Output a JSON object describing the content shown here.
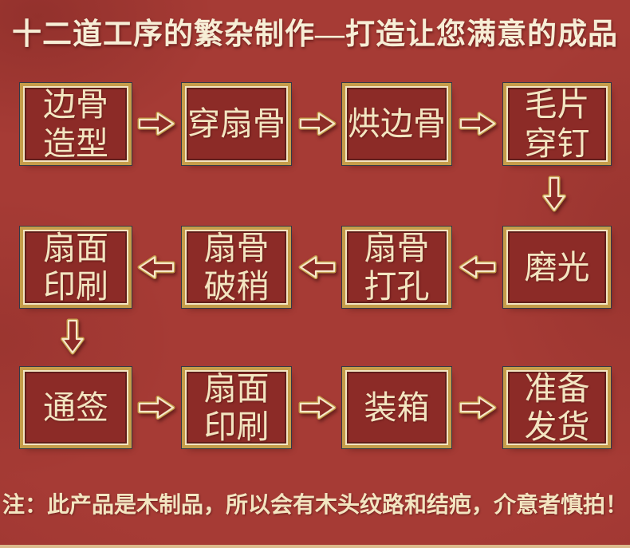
{
  "title": "十二道工序的繁杂制作—打造让您满意的成品",
  "note": "注：此产品是木制品，所以会有木头纹路和结疤，介意者慎拍！",
  "colors": {
    "background": "#a23833",
    "box_fill": "#8c2b27",
    "border_gold": "#c59d4a",
    "border_cream": "#f3e5c1",
    "outline_dark": "#343947",
    "text_cream": "#f3e5c1",
    "bottom_strip": "#dcba8c"
  },
  "flow": {
    "rows": [
      {
        "direction": "right",
        "steps": [
          {
            "label": "边骨\n造型"
          },
          {
            "label": "穿扇骨"
          },
          {
            "label": "烘边骨"
          },
          {
            "label": "毛片\n穿钉"
          }
        ]
      },
      {
        "direction": "left",
        "steps": [
          {
            "label": "扇面\n印刷"
          },
          {
            "label": "扇骨\n破稍"
          },
          {
            "label": "扇骨\n打孔"
          },
          {
            "label": "磨光"
          }
        ]
      },
      {
        "direction": "right",
        "steps": [
          {
            "label": "通签"
          },
          {
            "label": "扇面\n印刷"
          },
          {
            "label": "装箱"
          },
          {
            "label": "准备\n发货"
          }
        ]
      }
    ],
    "connectors": [
      {
        "from": "毛片穿钉",
        "to": "磨光",
        "direction": "down"
      },
      {
        "from": "扇面印刷",
        "to": "通签",
        "direction": "down"
      }
    ]
  }
}
